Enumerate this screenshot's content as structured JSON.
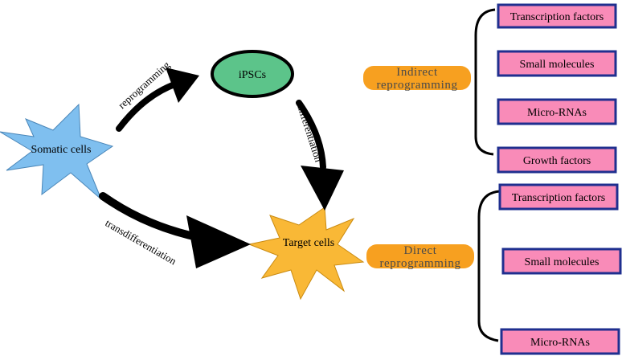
{
  "nodes": {
    "ipscs": "iPSCs",
    "somatic": "Somatic cells",
    "target": "Target cells"
  },
  "arrows": {
    "reprogramming": "reprogramming",
    "differentiation": "differentiation",
    "transdifferentiation": "transdifferentiation"
  },
  "indirect": {
    "label_line1": "Indirect",
    "label_line2": "reprogramming",
    "items": [
      "Transcription factors",
      "Small molecules",
      "Micro-RNAs",
      "Growth factors"
    ]
  },
  "direct": {
    "label_line1": "Direct",
    "label_line2": "reprogramming",
    "items": [
      "Transcription factors",
      "Small molecules",
      "Micro-RNAs"
    ]
  },
  "colors": {
    "ipscs_fill": "#5cc48a",
    "somatic_fill": "#7fbfef",
    "target_fill": "#f9b836",
    "pill_fill": "#f7a020",
    "box_fill": "#f98bb8",
    "box_stroke": "#1f2f8f"
  }
}
